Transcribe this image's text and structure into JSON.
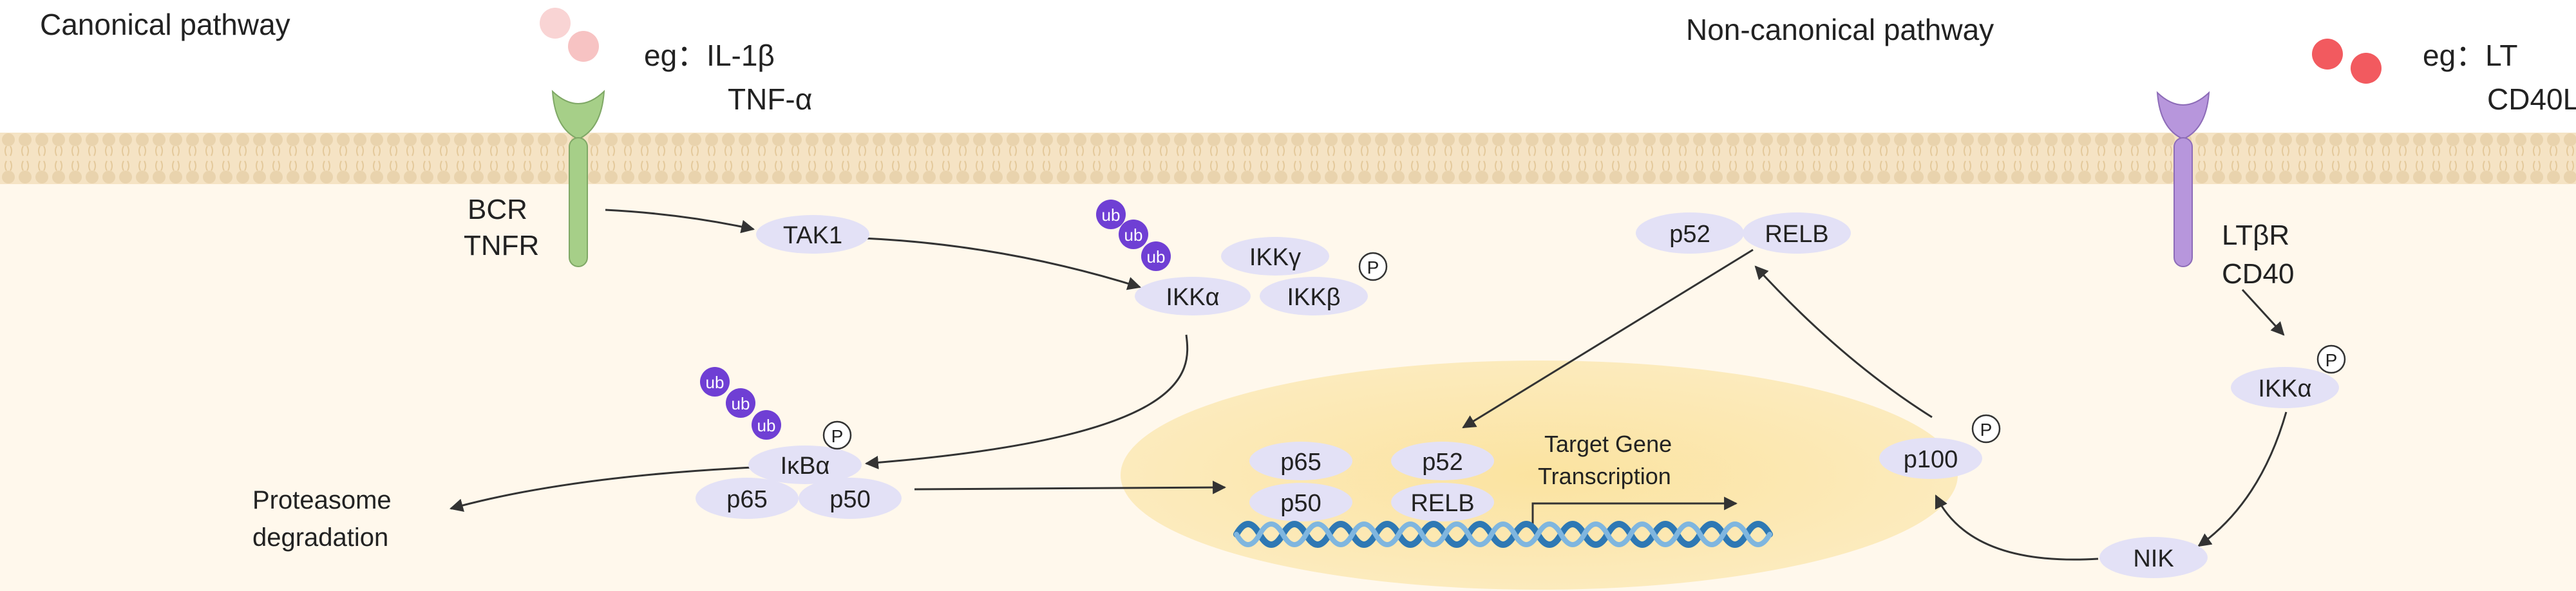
{
  "pathways": {
    "canonical_title": "Canonical pathway",
    "noncanonical_title": "Non-canonical pathway"
  },
  "ligands": {
    "canonical_eg_line1": "eg：IL-1β",
    "canonical_eg_line2": "TNF-α",
    "noncanonical_eg_line1": "eg：LT",
    "noncanonical_eg_line2": "CD40L"
  },
  "receptors": {
    "canonical_line1": "BCR",
    "canonical_line2": "TNFR",
    "noncanonical_line1": "LTβR",
    "noncanonical_line2": "CD40"
  },
  "proteins": {
    "tak1": "TAK1",
    "ikk_gamma": "IKKγ",
    "ikk_alpha": "IKKα",
    "ikk_beta": "IKKβ",
    "ikb_alpha": "IκBα",
    "p65": "p65",
    "p50": "p50",
    "p52": "p52",
    "relb": "RELB",
    "nik": "NIK",
    "p100": "p100"
  },
  "modifications": {
    "ub": "ub",
    "phospho": "P"
  },
  "outcomes": {
    "degradation_line1": "Proteasome",
    "degradation_line2": "degradation",
    "transcription_line1": "Target Gene",
    "transcription_line2": "Transcription"
  },
  "colors": {
    "background": "#fff8ec",
    "membrane": "#f5e3c4",
    "lipid_head": "#e9d3ad",
    "nucleus": "#fbe6a6",
    "protein_fill": "#e3e1f6",
    "ubiquitin": "#6f3fd4",
    "canonical_receptor": "#a6cf88",
    "noncanonical_receptor": "#b796dc",
    "canonical_ligand": "#f7c3c3",
    "noncanonical_ligand": "#f25a5f",
    "arrow": "#333333",
    "dna": "#2e78b4"
  }
}
